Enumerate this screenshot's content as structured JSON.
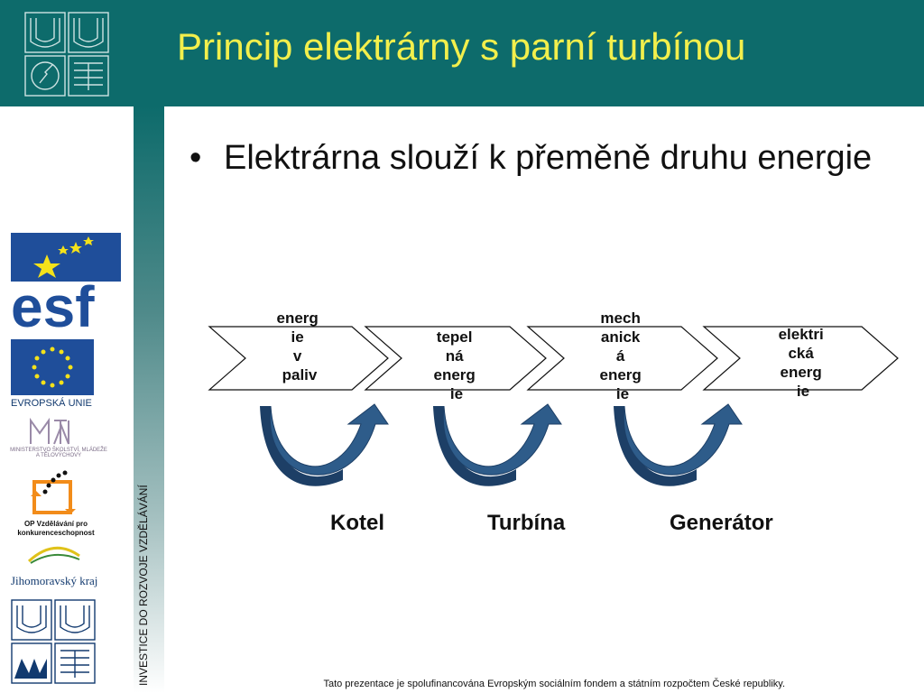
{
  "header": {
    "title": "Princip elektrárny s parní turbínou"
  },
  "bullet": {
    "text": "Elektrárna slouží k přeměně druhu energie"
  },
  "diagram": {
    "stages": [
      {
        "label": "energ ie v paliv u"
      },
      {
        "label": "tepel ná energ ie"
      },
      {
        "label": "mech anick á energ ie"
      },
      {
        "label": "elektri cká energ ie"
      }
    ],
    "converters": [
      "Kotel",
      "Turbína",
      "Generátor"
    ]
  },
  "sidebar": {
    "vertical_text": "INVESTICE DO ROZVOJE VZDĚLÁVÁNÍ",
    "logos": {
      "esf": "esf",
      "eu": "EVROPSKÁ UNIE",
      "msmt": "MINISTERSTVO ŠKOLSTVÍ, MLÁDEŽE A TĚLOVÝCHOVY",
      "op": "OP Vzdělávání pro konkurenceschopnost",
      "jmk": "Jihomoravský kraj"
    }
  },
  "footer": {
    "text": "Tato prezentace je spolufinancována Evropským sociálním fondem a státním rozpočtem České republiky."
  },
  "colors": {
    "header_bg": "#0d6b6b",
    "title": "#f2ef4c",
    "arrow_blue": "#2e5c8a"
  }
}
